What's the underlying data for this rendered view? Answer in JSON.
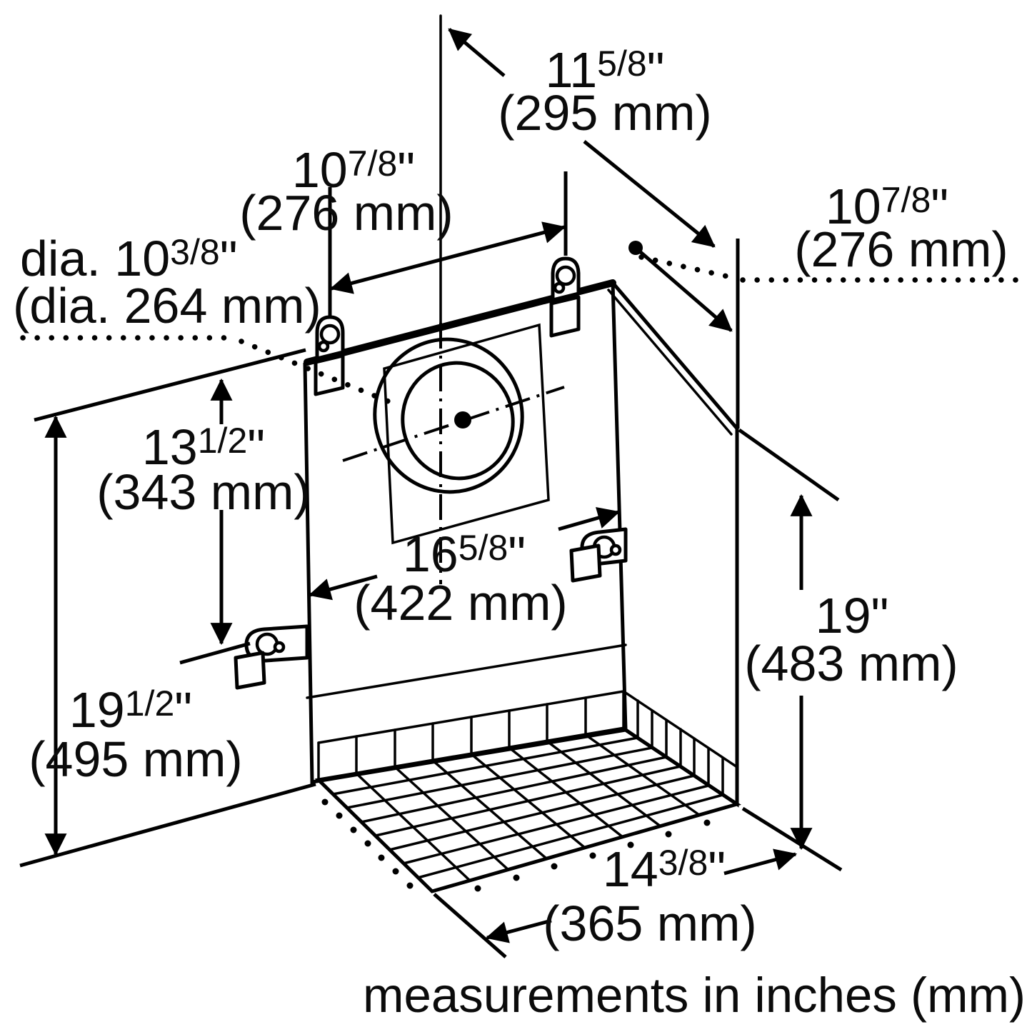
{
  "figure": {
    "caption": "measurements in inches (mm)",
    "dims": {
      "depth_top": {
        "in_main": "11",
        "in_frac": "5/8",
        "in_quote": "\"",
        "mm": "(295 mm)"
      },
      "width_upper_left": {
        "in_main": "10",
        "in_frac": "7/8",
        "in_quote": "\"",
        "mm": "(276 mm)"
      },
      "depth_right": {
        "in_main": "10",
        "in_frac": "7/8",
        "in_quote": "\"",
        "mm": "(276 mm)"
      },
      "duct_diameter": {
        "in_main": "dia. 10",
        "in_frac": "3/8",
        "in_quote": "\"",
        "mm": "(dia. 264 mm)"
      },
      "keyhole_offset": {
        "in_main": "13",
        "in_frac": "1/2",
        "in_quote": "\"",
        "mm": "(343 mm)"
      },
      "body_width": {
        "in_main": "16",
        "in_frac": "5/8",
        "in_quote": "\"",
        "mm": "(422 mm)"
      },
      "height_right": {
        "in_main": "19\"",
        "in_frac": "",
        "in_quote": "",
        "mm": "(483 mm)"
      },
      "height_left": {
        "in_main": "19",
        "in_frac": "1/2",
        "in_quote": "\"",
        "mm": "(495 mm)"
      },
      "bottom_depth": {
        "in_main": "14",
        "in_frac": "3/8",
        "in_quote": "\"",
        "mm": "(365 mm)"
      }
    }
  }
}
